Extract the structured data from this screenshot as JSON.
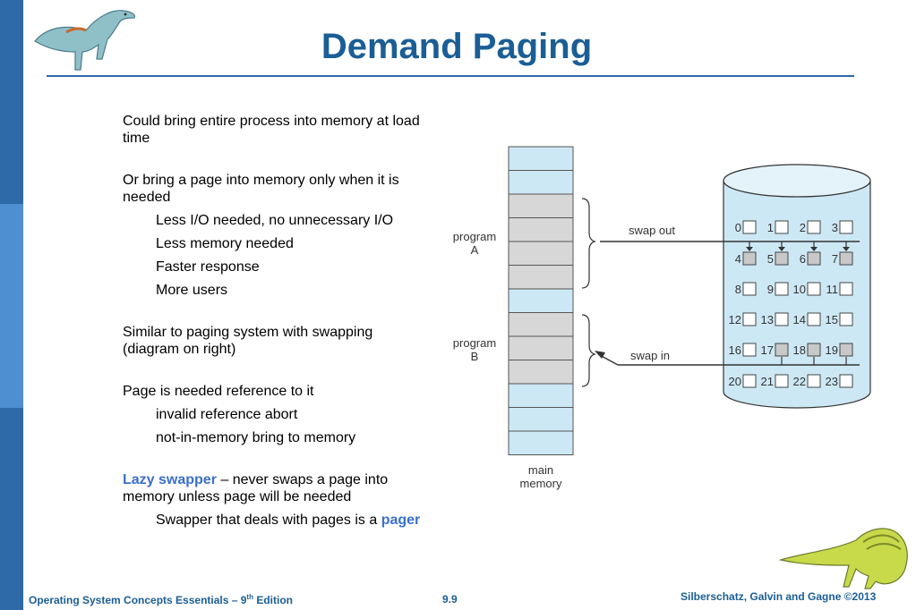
{
  "title": "Demand Paging",
  "bullet_marker": "",
  "bullets": [
    {
      "text": "Could bring entire process into memory at load time"
    },
    {
      "text": "Or bring a page into memory only when it is needed",
      "subs": [
        "Less I/O needed, no unnecessary I/O",
        "Less memory needed",
        "Faster response",
        "More users"
      ]
    },
    {
      "text": "Similar to paging system with swapping (diagram on right)"
    },
    {
      "text": "Page is needed  reference to it",
      "subs": [
        "invalid reference  abort",
        "not-in-memory  bring to memory"
      ]
    },
    {
      "lead": "Lazy swapper",
      "text": " – never swaps a page into memory unless page will be needed",
      "sub_text": "Swapper that deals with pages is a ",
      "sub_accent": "pager"
    }
  ],
  "diagram": {
    "program_a": [
      "program",
      "A"
    ],
    "program_b": [
      "program",
      "B"
    ],
    "swap_out": "swap out",
    "swap_in": "swap in",
    "main_memory": [
      "main",
      "memory"
    ],
    "memory_frames": [
      "blue",
      "blue",
      "gray",
      "gray",
      "gray",
      "gray",
      "blue",
      "gray",
      "gray",
      "gray",
      "blue",
      "blue",
      "blue"
    ],
    "disk_pages": [
      [
        "0",
        "1",
        "2",
        "3"
      ],
      [
        "4",
        "5",
        "6",
        "7"
      ],
      [
        "8",
        "9",
        "10",
        "11"
      ],
      [
        "12",
        "13",
        "14",
        "15"
      ],
      [
        "16",
        "17",
        "18",
        "19"
      ],
      [
        "20",
        "21",
        "22",
        "23"
      ]
    ],
    "shaded_pages": [
      "4",
      "5",
      "6",
      "7",
      "17",
      "18",
      "19"
    ],
    "colors": {
      "frame_blue": "#cde8f5",
      "frame_gray": "#d7d7d7",
      "disk_fill": "#cde8f5",
      "line": "#333333"
    }
  },
  "footer": {
    "left": "Operating System Concepts Essentials – 9",
    "left_sup": "th",
    "left_end": " Edition",
    "page": "9.9",
    "right": "Silberschatz, Galvin and Gagne ©2013"
  }
}
